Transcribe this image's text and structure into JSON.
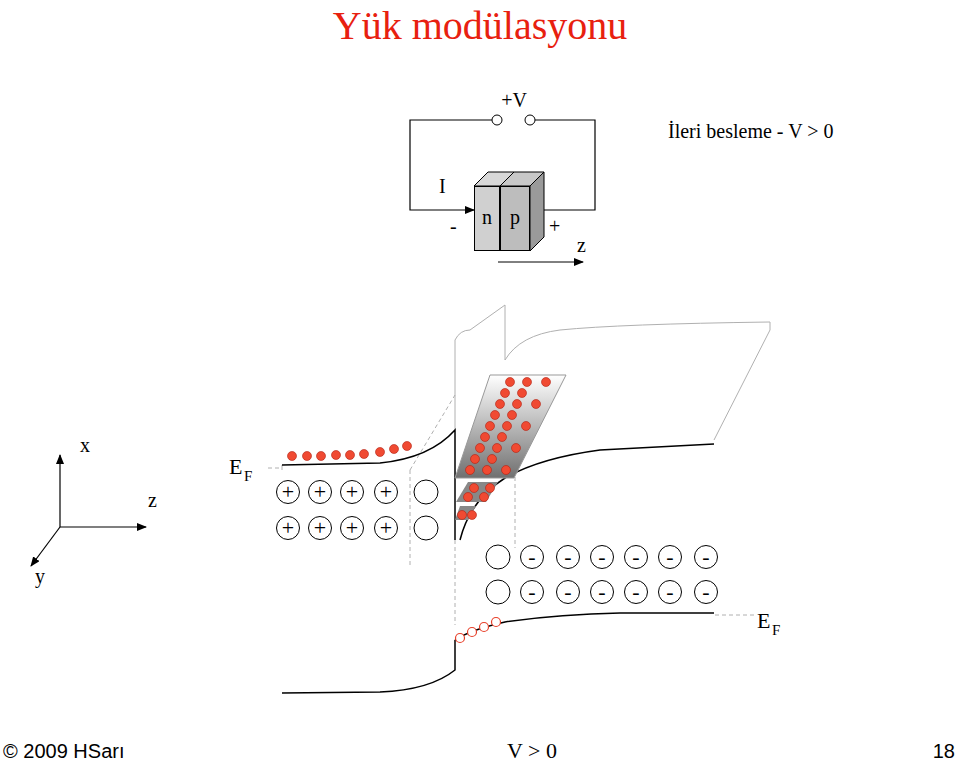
{
  "diagram": {
    "title": "Yük modülasyonu",
    "nodes": [
      {
        "text": [
          "n"
        ]
      },
      {
        "text": [
          "p"
        ]
      },
      {
        "text": [
          "+"
        ]
      },
      {
        "text": [
          "+"
        ]
      },
      {
        "text": [
          "+"
        ]
      },
      {
        "text": [
          "+"
        ]
      },
      {
        "text": [
          "+"
        ]
      },
      {
        "text": [
          "+"
        ]
      },
      {
        "text": [
          "+"
        ]
      },
      {
        "text": [
          "+"
        ]
      },
      {
        "text": [
          "-"
        ]
      },
      {
        "text": [
          "-"
        ]
      },
      {
        "text": [
          "-"
        ]
      },
      {
        "text": [
          "-"
        ]
      },
      {
        "text": [
          "-"
        ]
      },
      {
        "text": [
          "-"
        ]
      },
      {
        "text": [
          "-"
        ]
      },
      {
        "text": [
          "-"
        ]
      },
      {
        "text": [
          "-"
        ]
      },
      {
        "text": [
          "-"
        ]
      },
      {
        "text": [
          "-"
        ]
      },
      {
        "text": [
          "-"
        ]
      }
    ],
    "edges": [
      {
        "from": 1,
        "to": 0,
        "label": "+V",
        "arrow": "to"
      }
    ],
    "labels": [
      "İleri besleme - V > 0",
      "I",
      "-",
      "+",
      "z",
      "x",
      "z",
      "y",
      "E",
      "F",
      "E",
      "F",
      "© 2009 HSarı",
      "V > 0",
      "18"
    ]
  }
}
